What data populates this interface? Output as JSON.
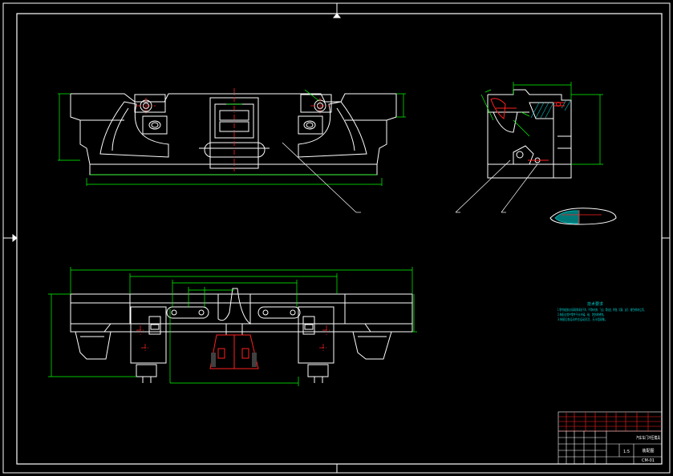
{
  "colors": {
    "background": "#000000",
    "outline": "#ffffff",
    "dimension": "#00ff00",
    "center": "#ff2020",
    "hatch": "#00c8c8",
    "leader": "#ffffff",
    "note": "#00c8c8",
    "titleblock_red": "#ff2020"
  },
  "notes": {
    "heading": "技术要求",
    "lines": [
      "1.零件装配前必须清理和清洗干净，不得有毛刺、飞边、氧化皮、锈蚀、切屑、油污、着色剂和灰尘等。",
      "2.装配过程中零件不允许磕、碰、划伤和锈蚀。",
      "3.装配后各运动件应运动灵活，无卡阻现象。"
    ]
  },
  "title_block": {
    "drawing_title": "汽车车门冲压模具",
    "part_name": "装配图",
    "drawing_no": "CM-01",
    "scale": "1:5"
  }
}
